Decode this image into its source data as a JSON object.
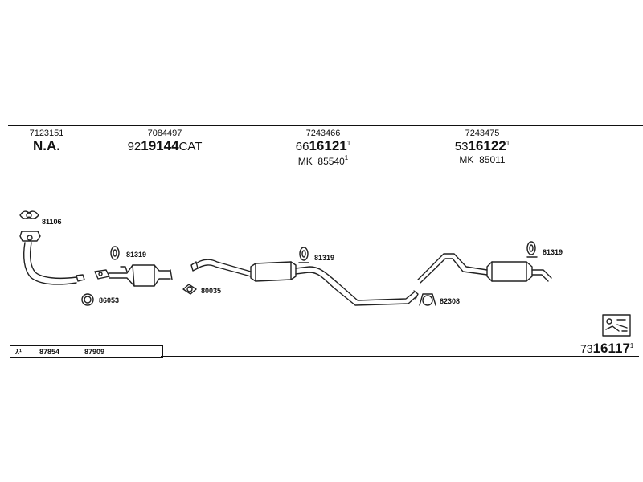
{
  "columns": [
    {
      "ref": "7123151",
      "main": "N.A.",
      "prefix": "",
      "bold": "",
      "suffix": "",
      "sup": "",
      "extra_prefix": "",
      "extra_num": "",
      "extra_sup": ""
    },
    {
      "ref": "7084497",
      "prefix": "92",
      "bold": "19144",
      "suffix": "CAT",
      "sup": ""
    },
    {
      "ref": "7243466",
      "prefix": "66",
      "bold": "16121",
      "suffix": "",
      "sup": "1",
      "extra_prefix": "MK",
      "extra_num": "85540",
      "extra_sup": "1"
    },
    {
      "ref": "7243475",
      "prefix": "53",
      "bold": "16122",
      "suffix": "",
      "sup": "1",
      "extra_prefix": "MK",
      "extra_num": "85011",
      "extra_sup": ""
    }
  ],
  "parts": {
    "p81106": "81106",
    "p81319a": "81319",
    "p86053": "86053",
    "p80035": "80035",
    "p81319b": "81319",
    "p82308": "82308",
    "p81319c": "81319"
  },
  "lambda_table": {
    "symbol": "λ¹",
    "cells": [
      "87854",
      "87909",
      ""
    ]
  },
  "kit": {
    "prefix": "73",
    "bold": "16117",
    "sup": "1"
  }
}
